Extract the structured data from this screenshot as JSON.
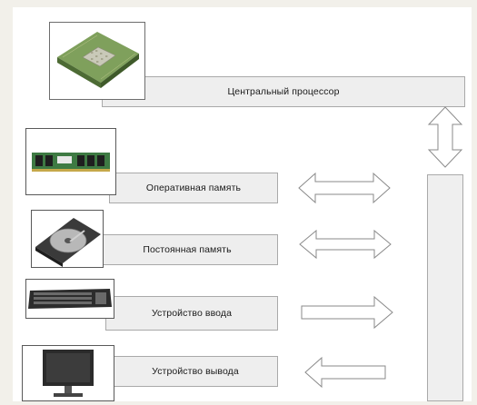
{
  "diagram": {
    "components": [
      {
        "id": "cpu",
        "label": "Центральный процессор",
        "icon": "cpu-chip-icon"
      },
      {
        "id": "ram",
        "label": "Оперативная память",
        "icon": "ram-module-icon",
        "link": "bidirectional"
      },
      {
        "id": "rom",
        "label": "Постоянная память",
        "icon": "hard-drive-icon",
        "link": "bidirectional"
      },
      {
        "id": "input",
        "label": "Устройство ввода",
        "icon": "keyboard-icon",
        "link": "to-bus"
      },
      {
        "id": "output",
        "label": "Устройство вывода",
        "icon": "monitor-icon",
        "link": "from-bus"
      }
    ],
    "colors": {
      "box_fill": "#eeeeee",
      "box_border": "#a9a9a9",
      "arrow_fill": "#ffffff",
      "arrow_stroke": "#8a8a8a",
      "background": "#f2f0ea"
    }
  }
}
